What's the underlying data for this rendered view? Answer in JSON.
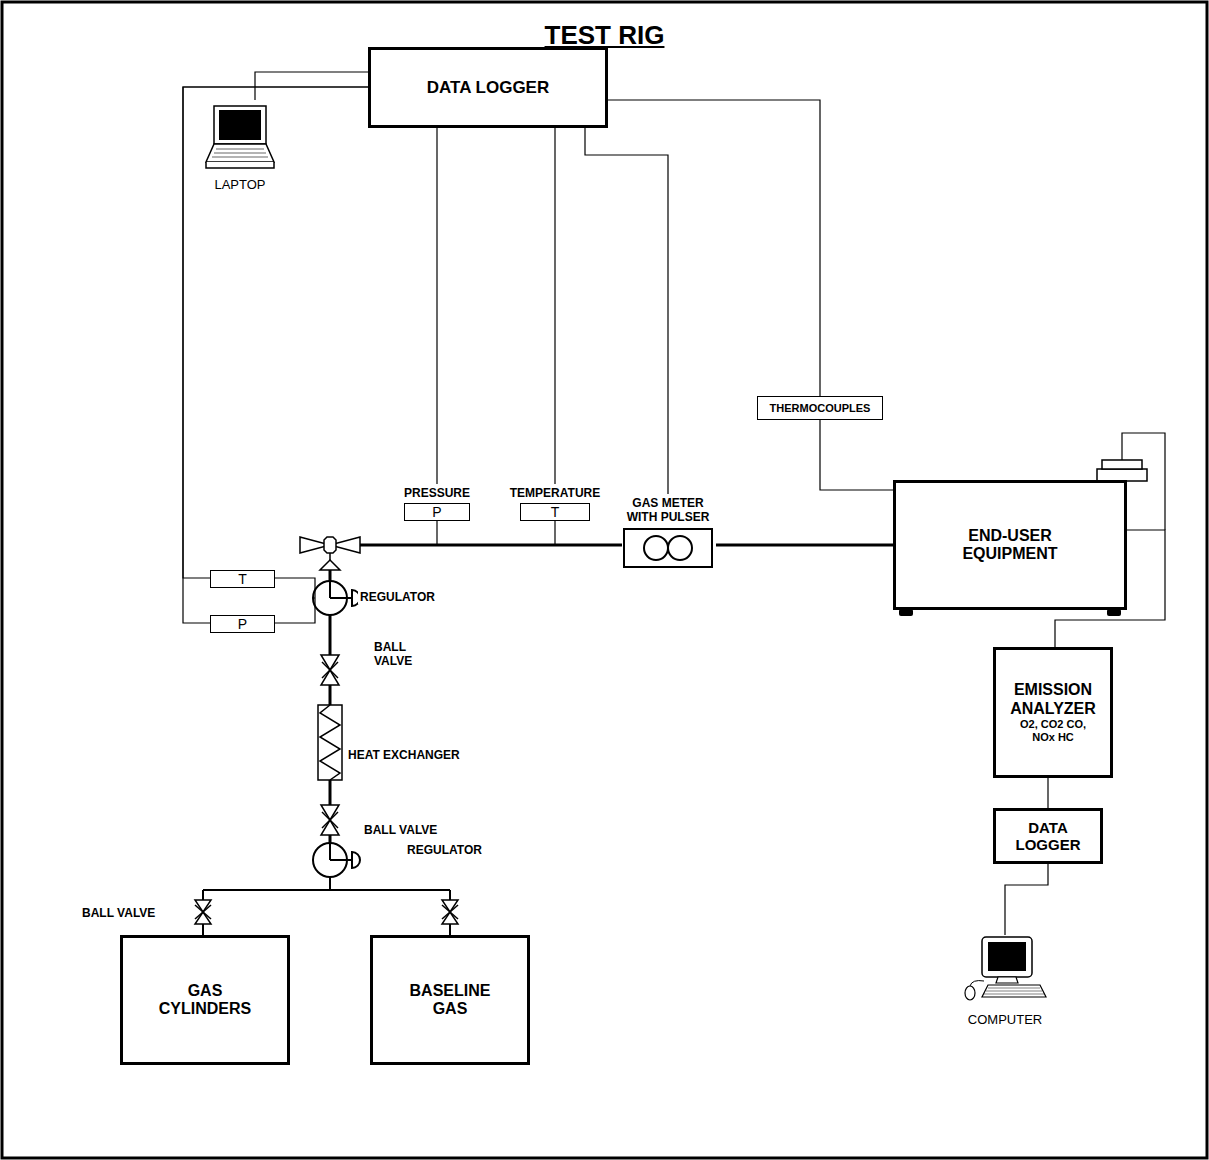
{
  "diagram": {
    "title": "TEST RIG",
    "nodes": [
      {
        "text": [
          "LAPTOP"
        ]
      },
      {
        "text": [
          "DATA LOGGER"
        ]
      },
      {
        "text": [
          "PRESSURE",
          "P"
        ]
      },
      {
        "text": [
          "TEMPERATURE",
          "T"
        ]
      },
      {
        "text": [
          "GAS METER WITH PULSER"
        ]
      },
      {
        "text": [
          "THERMOCOUPLES"
        ]
      },
      {
        "text": [
          "END-USER EQUIPMENT"
        ]
      },
      {
        "text": [
          "T"
        ]
      },
      {
        "text": [
          "P"
        ]
      },
      {
        "text": [
          "EMISSION ANALYZER",
          "O2, CO2 CO, NOx HC"
        ]
      },
      {
        "text": [
          "DATA LOGGER"
        ]
      },
      {
        "text": [
          "COMPUTER"
        ]
      },
      {
        "text": [
          "GAS CYLINDERS"
        ]
      },
      {
        "text": [
          "BASELINE GAS"
        ]
      }
    ],
    "edges": [
      {
        "from": 1,
        "to": 0,
        "arrow": "none"
      },
      {
        "from": 1,
        "to": 2,
        "arrow": "none"
      },
      {
        "from": 1,
        "to": 3,
        "arrow": "none"
      },
      {
        "from": 1,
        "to": 4,
        "arrow": "none"
      },
      {
        "from": 1,
        "to": 5,
        "arrow": "none"
      },
      {
        "from": 5,
        "to": 6,
        "arrow": "none"
      },
      {
        "from": 4,
        "to": 6,
        "arrow": "none"
      },
      {
        "from": 1,
        "to": 7,
        "arrow": "none"
      },
      {
        "from": 1,
        "to": 8,
        "arrow": "none"
      },
      {
        "from": 6,
        "to": 9,
        "arrow": "none"
      },
      {
        "from": 9,
        "to": 10,
        "arrow": "none"
      },
      {
        "from": 10,
        "to": 11,
        "arrow": "none"
      }
    ],
    "labels": [
      "REGULATOR",
      "BALL VALVE",
      "HEAT EXCHANGER",
      "BALL VALVE",
      "REGULATOR",
      "BALL VALVE"
    ]
  }
}
